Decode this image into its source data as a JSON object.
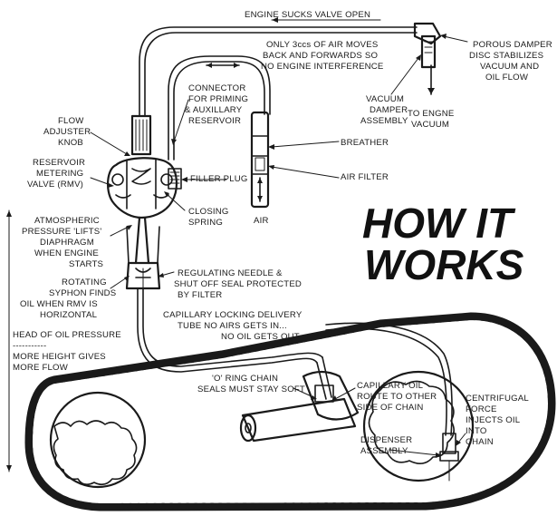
{
  "title": {
    "line1": "HOW IT",
    "line2": "WORKS"
  },
  "labels": {
    "engine_sucks": "ENGINE SUCKS VALVE OPEN",
    "porous_damper": [
      "POROUS DAMPER",
      "DISC STABILIZES",
      "VACUUM AND",
      "OIL FLOW"
    ],
    "only_3ccs": [
      "ONLY 3ccs OF AIR MOVES",
      "BACK AND FORWARDS SO",
      "NO ENGINE INTERFERENCE"
    ],
    "vacuum_damper": [
      "VACUUM",
      "DAMPER",
      "ASSEMBLY"
    ],
    "to_engine": [
      "TO ENGNE",
      "VACUUM"
    ],
    "connector": [
      "CONNECTOR",
      "FOR PRIMING",
      "& AUXILLARY",
      "RESERVOIR"
    ],
    "flow_adjuster": [
      "FLOW",
      "ADJUSTER",
      "KNOB"
    ],
    "breather": "BREATHER",
    "reservoir_valve": [
      "RESERVOIR",
      "METERING",
      "VALVE (RMV)"
    ],
    "filler_plug": "FILLER PLUG",
    "air_filter": "AIR FILTER",
    "closing_spring": [
      "CLOSING",
      "SPRING"
    ],
    "air": "AIR",
    "atmospheric": [
      "ATMOSPHERIC",
      "PRESSURE 'LIFTS'",
      "DIAPHRAGM",
      "WHEN ENGINE",
      "STARTS"
    ],
    "regulating": [
      "REGULATING NEEDLE &",
      "SHUT OFF SEAL PROTECTED",
      "BY FILTER"
    ],
    "rotating": [
      "ROTATING",
      "SYPHON FINDS",
      "OIL WHEN RMV IS",
      "HORIZONTAL"
    ],
    "capillary_locking": [
      "CAPILLARY LOCKING DELIVERY",
      "TUBE NO AIRS GETS IN...",
      "NO OIL GETS OUT"
    ],
    "head_of_oil": [
      "HEAD OF OIL PRESSURE",
      "-----------",
      "MORE HEIGHT GIVES",
      "MORE FLOW"
    ],
    "o_ring": [
      "'O' RING CHAIN",
      "SEALS MUST STAY SOFT"
    ],
    "capillary_oil": [
      "CAPILLARY OIL",
      "ROUTE TO OTHER",
      "SIDE OF CHAIN"
    ],
    "centrifugal": [
      "CENTRIFUGAL",
      "FORCE",
      "INJECTS OIL",
      "INTO",
      "CHAIN"
    ],
    "dispenser": [
      "DISPENSER",
      "ASSEMBLY"
    ]
  },
  "colors": {
    "ink": "#1a1a1a",
    "background": "#ffffff"
  }
}
